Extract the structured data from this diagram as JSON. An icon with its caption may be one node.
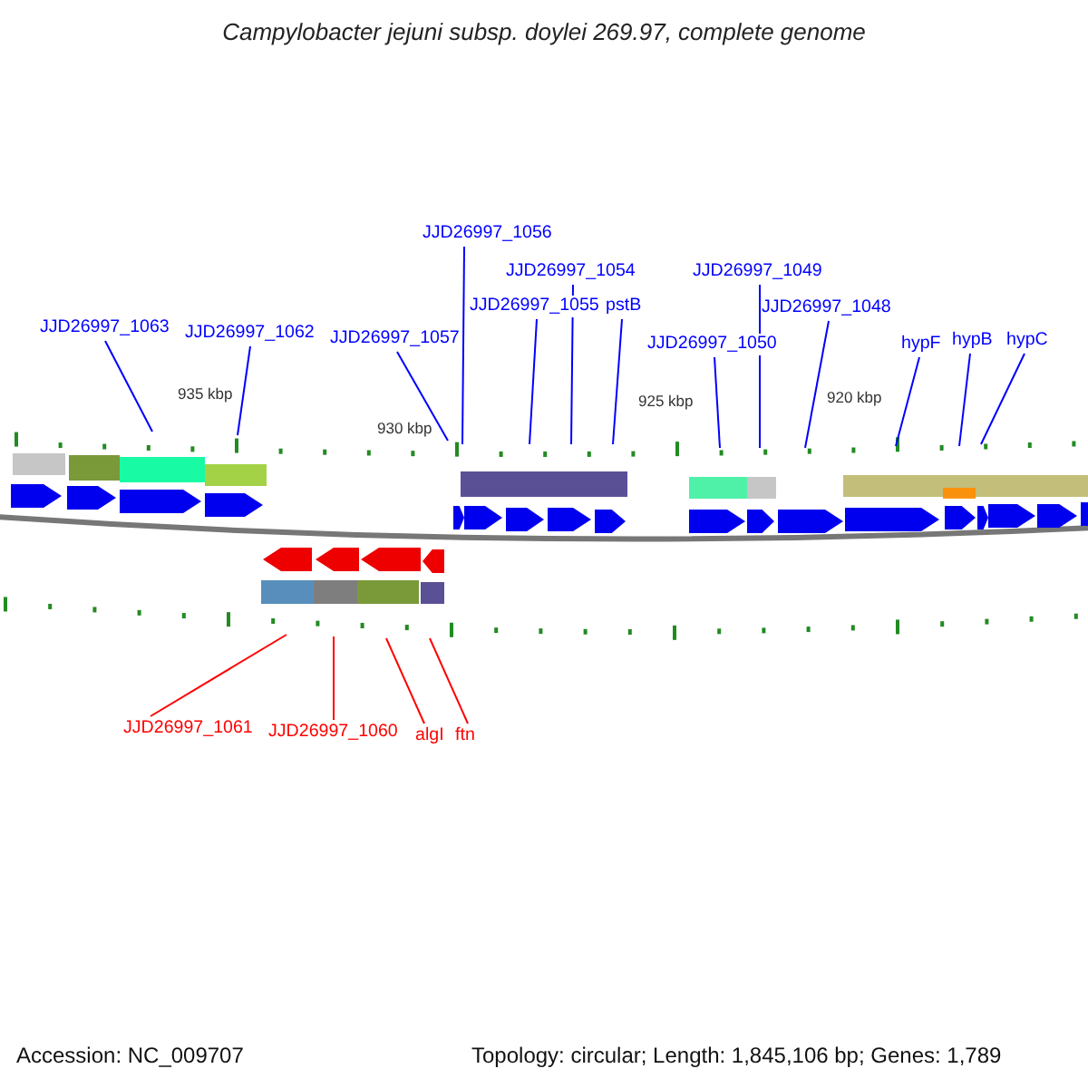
{
  "diagram": {
    "title": "Campylobacter jejuni subsp. doylei 269.97, complete genome",
    "nodes": [
      {
        "text": [
          "JJD26997_1063"
        ]
      },
      {
        "text": [
          "JJD26997_1062"
        ]
      },
      {
        "text": [
          "JJD26997_1057"
        ]
      },
      {
        "text": [
          "JJD26997_1056"
        ]
      },
      {
        "text": [
          "JJD26997_1054"
        ]
      },
      {
        "text": [
          "JJD26997_1055"
        ]
      },
      {
        "text": [
          "pstB"
        ]
      },
      {
        "text": [
          "JJD26997_1049"
        ]
      },
      {
        "text": [
          "JJD26997_1050"
        ]
      },
      {
        "text": [
          "JJD26997_1048"
        ]
      },
      {
        "text": [
          "hypF"
        ]
      },
      {
        "text": [
          "hypB"
        ]
      },
      {
        "text": [
          "hypC"
        ]
      },
      {
        "text": [
          "JJD26997_1061"
        ]
      },
      {
        "text": [
          "JJD26997_1060"
        ]
      },
      {
        "text": [
          "algI"
        ]
      },
      {
        "text": [
          "ftn"
        ]
      }
    ],
    "edges": [
      {
        "from": 0,
        "to": null,
        "arrow": "none"
      },
      {
        "from": 1,
        "to": null,
        "arrow": "none"
      },
      {
        "from": 2,
        "to": null,
        "arrow": "none"
      },
      {
        "from": 3,
        "to": null,
        "arrow": "none"
      },
      {
        "from": 4,
        "to": null,
        "arrow": "none"
      },
      {
        "from": 5,
        "to": null,
        "arrow": "none"
      },
      {
        "from": 6,
        "to": null,
        "arrow": "none"
      },
      {
        "from": 7,
        "to": null,
        "arrow": "none"
      },
      {
        "from": 8,
        "to": null,
        "arrow": "none"
      },
      {
        "from": 9,
        "to": null,
        "arrow": "none"
      },
      {
        "from": 10,
        "to": null,
        "arrow": "none"
      },
      {
        "from": 11,
        "to": null,
        "arrow": "none"
      },
      {
        "from": 12,
        "to": null,
        "arrow": "none"
      },
      {
        "from": 13,
        "to": null,
        "arrow": "none",
        "color": "#ff0000"
      },
      {
        "from": 14,
        "to": null,
        "arrow": "none",
        "color": "#ff0000"
      },
      {
        "from": 15,
        "to": null,
        "arrow": "none",
        "color": "#ff0000"
      },
      {
        "from": 16,
        "to": null,
        "arrow": "none",
        "color": "#ff0000"
      }
    ],
    "labels": [
      "935 kbp",
      "930 kbp",
      "925 kbp",
      "920 kbp",
      "Accession: NC_009707",
      "Topology: circular; Length: 1,845,106 bp; Genes: 1,789"
    ]
  }
}
